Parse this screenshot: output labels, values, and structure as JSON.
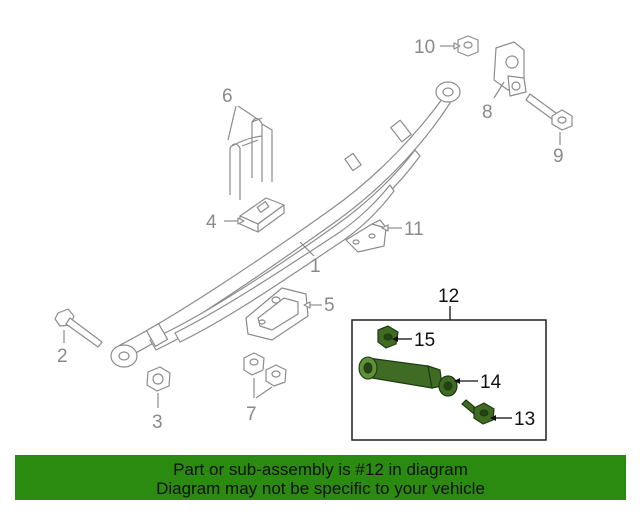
{
  "callouts": {
    "c1": "1",
    "c2": "2",
    "c3": "3",
    "c4": "4",
    "c5": "5",
    "c6": "6",
    "c7": "7",
    "c8": "8",
    "c9": "9",
    "c10": "10",
    "c11": "11",
    "c12": "12",
    "c13": "13",
    "c14": "14",
    "c15": "15"
  },
  "footer": {
    "line1": "Part or sub-assembly is #12 in diagram",
    "line2": "Diagram may not be specific to your vehicle"
  },
  "colors": {
    "highlight_part": "#3f6b24",
    "footer_background": "#2b8a10",
    "outline": "#8c8c8c"
  }
}
